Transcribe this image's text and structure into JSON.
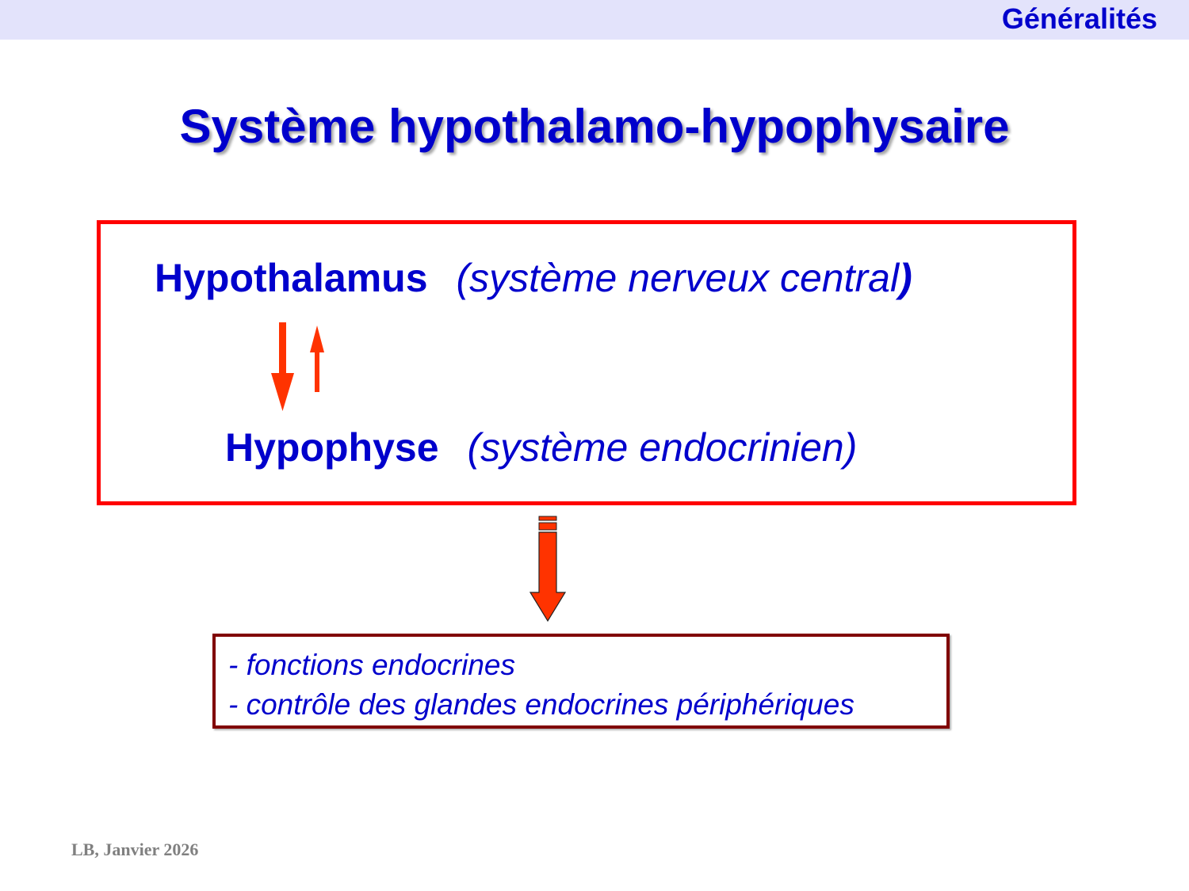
{
  "header": {
    "section_label": "Généralités",
    "bar_color": "#e3e3fb"
  },
  "slide": {
    "title": "Système hypothalamo-hypophysaire"
  },
  "diagram": {
    "box_border_color": "#ff0000",
    "upper": {
      "term": "Hypothalamus",
      "description_open": "(système nerveux central",
      "description_close": ")"
    },
    "lower": {
      "term": "Hypophyse",
      "description": "(système endocrinien)"
    },
    "arrows": {
      "down_icon": "arrow-down-icon",
      "up_icon": "arrow-up-icon",
      "color": "#ff3300"
    },
    "output_arrow": {
      "icon": "striped-arrow-down-icon",
      "color": "#ff3300"
    },
    "result_box": {
      "border_color": "#800000",
      "lines": [
        "- fonctions endocrines",
        "- contrôle des glandes endocrines périphériques"
      ]
    }
  },
  "footer": {
    "text": "LB, Janvier 2026"
  }
}
